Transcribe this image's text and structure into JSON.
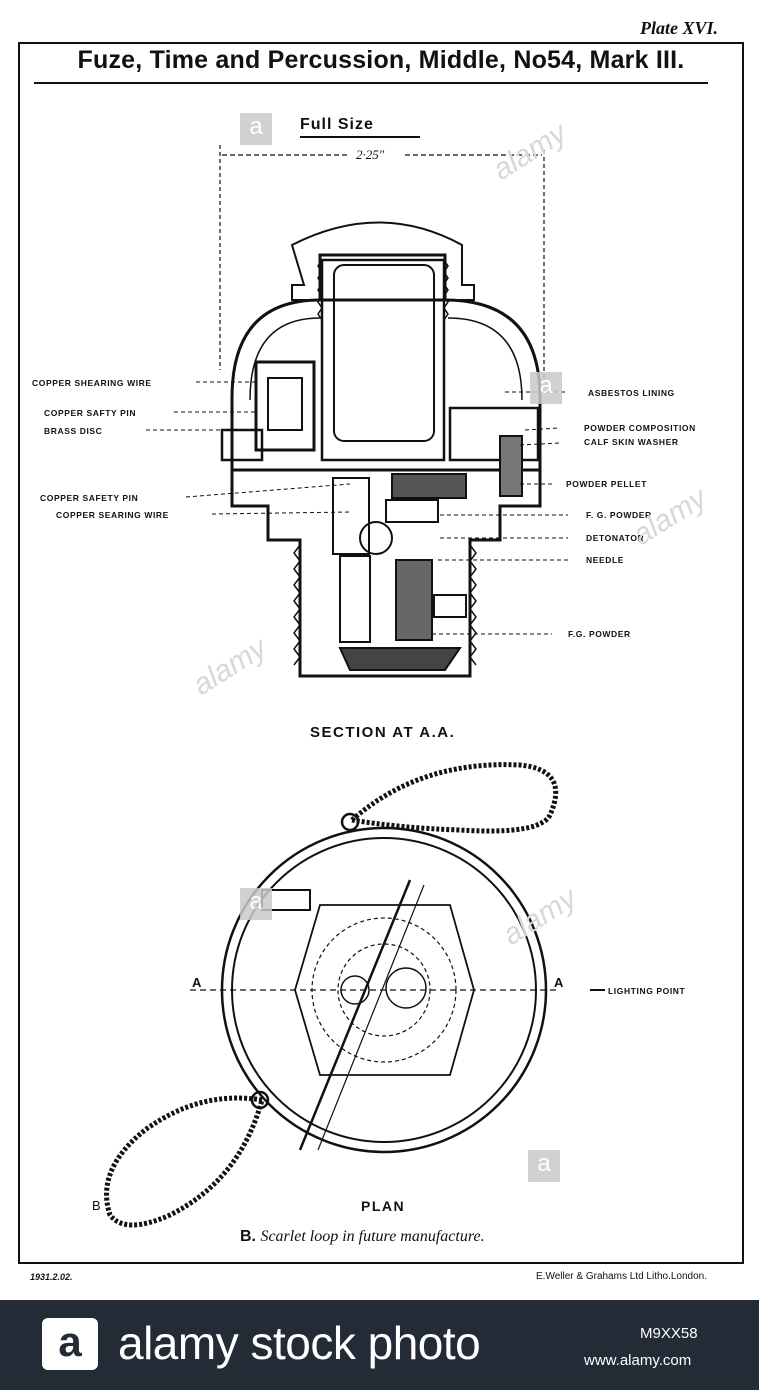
{
  "plate": "Plate XVI.",
  "title": "Fuze, Time and Percussion, Middle, No54, Mark III.",
  "scale_label": "Full Size",
  "dimension": "2·25\"",
  "labels_left": {
    "copper_shearing_wire": "COPPER SHEARING WIRE",
    "copper_safty_pin": "COPPER SAFTY PIN",
    "brass_disc": "BRASS DISC",
    "copper_safety_pin": "COPPER SAFETY PIN",
    "copper_searing_wire": "COPPER SEARING WIRE"
  },
  "labels_right": {
    "asbestos_lining": "ASBESTOS LINING",
    "powder_composition": "POWDER COMPOSITION",
    "calf_skin_washer": "CALF SKIN WASHER",
    "powder_pellet": "POWDER PELLET",
    "fg_powder_1": "F. G. POWDER",
    "detonator": "DETONATOR",
    "needle": "NEEDLE",
    "fg_powder_2": "F.G. POWDER"
  },
  "section_caption": "SECTION AT A.A.",
  "plan": {
    "point_a": "A",
    "lighting_point": "LIGHTING POINT",
    "caption": "PLAN",
    "b_marker": "B",
    "note_letter": "B.",
    "note_text": "Scarlet loop in future manufacture."
  },
  "footer": {
    "left_ref": "1931.2.02.",
    "printer": "E.Weller & Grahams Ltd Litho.London."
  },
  "watermark": {
    "logo_letter": "a",
    "brand": "alamy stock photo",
    "image_id": "M9XX58",
    "url": "www.alamy.com",
    "soft": "alamy"
  }
}
